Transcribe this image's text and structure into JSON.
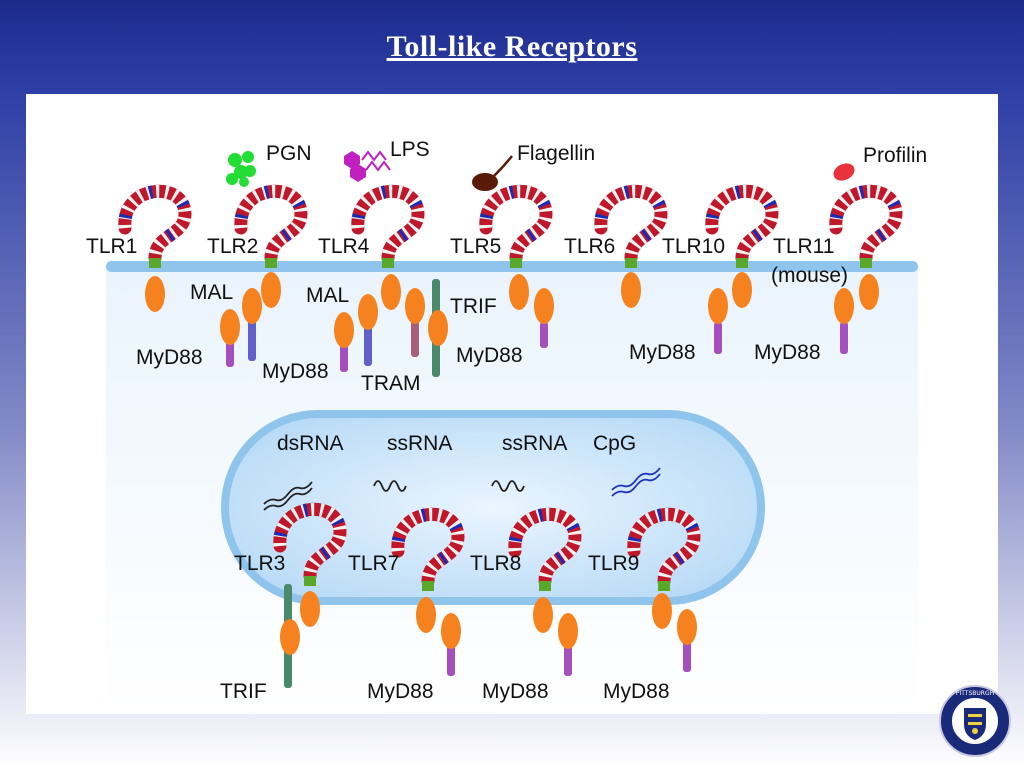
{
  "title": "Toll-like Receptors",
  "colors": {
    "receptor_dark": "#c0182a",
    "receptor_light": "#f2f2f2",
    "receptor_blue": "#1c2ab8",
    "transmembrane": "#5aa82a",
    "adaptor": "#f5821f",
    "tail_purple": "#a54fbf",
    "tail_blue": "#6060c8",
    "tail_mauve": "#a8607a",
    "tail_green": "#4a8a6a",
    "membrane": "#8fc4ec",
    "endosome_fill": "#c8e2f8"
  },
  "surface": {
    "ligands": {
      "pgn": "PGN",
      "lps": "LPS",
      "flagellin": "Flagellin",
      "profilin": "Profilin"
    },
    "receptors": {
      "tlr1": "TLR1",
      "tlr2": "TLR2",
      "tlr4": "TLR4",
      "tlr5": "TLR5",
      "tlr6": "TLR6",
      "tlr10": "TLR10",
      "tlr11": "TLR11",
      "tlr11_note": "(mouse)"
    },
    "adaptors": {
      "mal_tlr2": "MAL",
      "myd88_tlr1": "MyD88",
      "myd88_tlr2": "MyD88",
      "mal_tlr4": "MAL",
      "tram": "TRAM",
      "trif_tlr4": "TRIF",
      "myd88_tlr5": "MyD88",
      "myd88_tlr10": "MyD88",
      "myd88_tlr11": "MyD88"
    }
  },
  "endosome": {
    "ligands": {
      "dsrna": "dsRNA",
      "ssrna_tlr7": "ssRNA",
      "ssrna_tlr8": "ssRNA",
      "cpg": "CpG"
    },
    "receptors": {
      "tlr3": "TLR3",
      "tlr7": "TLR7",
      "tlr8": "TLR8",
      "tlr9": "TLR9"
    },
    "adaptors": {
      "trif_tlr3": "TRIF",
      "myd88_tlr7": "MyD88",
      "myd88_tlr8": "MyD88",
      "myd88_tlr9": "MyD88"
    }
  },
  "seal": {
    "name": "UNIVERSITY OF PITTSBURGH"
  }
}
